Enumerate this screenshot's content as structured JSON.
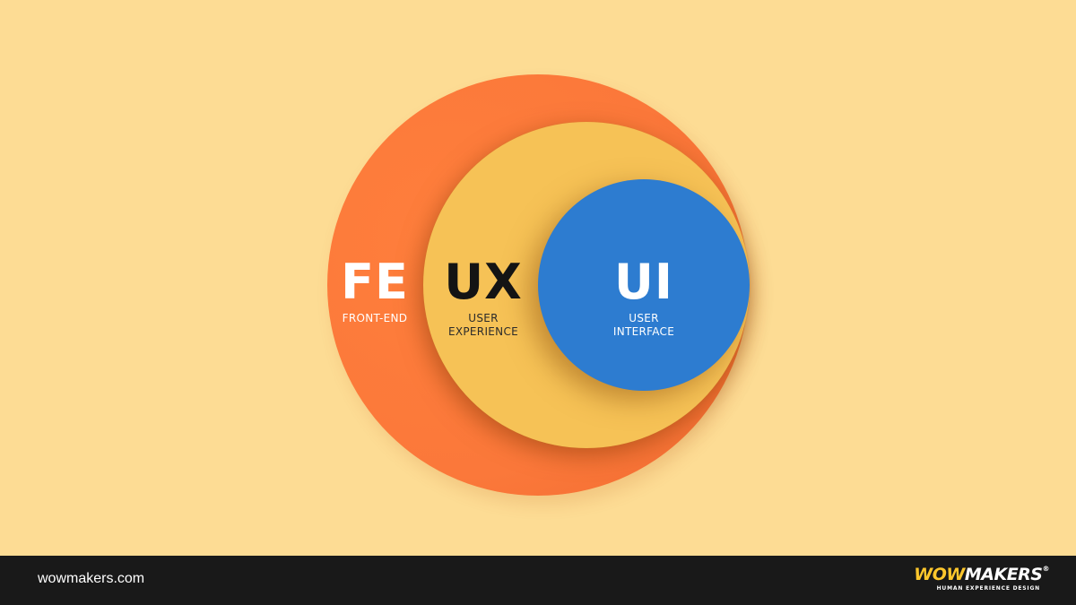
{
  "diagram": {
    "circles": [
      {
        "abbr": "FE",
        "name": "FRONT-END",
        "color": "#fb783a"
      },
      {
        "abbr": "UX",
        "name_line1": "USER",
        "name_line2": "EXPERIENCE",
        "color": "#f6c256"
      },
      {
        "abbr": "UI",
        "name_line1": "USER",
        "name_line2": "INTERFACE",
        "color": "#2d7cd0"
      }
    ],
    "background_color": "#fddc94"
  },
  "footer": {
    "url": "wowmakers.com",
    "logo_part1": "WOW",
    "logo_part2": "MAKERS",
    "logo_mark": "®",
    "tagline": "HUMAN EXPERIENCE DESIGN",
    "logo_accent_color": "#ffc72c",
    "background_color": "#191919"
  }
}
